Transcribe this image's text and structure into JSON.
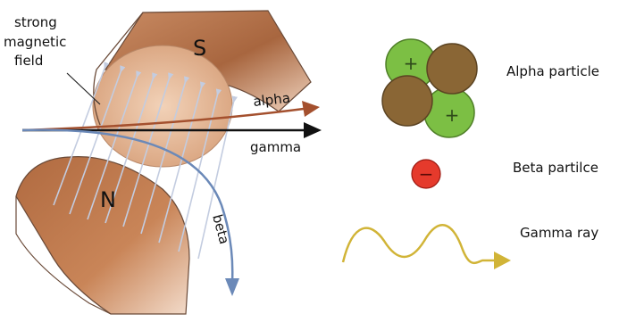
{
  "diagram": {
    "field_label": [
      "strong",
      "magnetic",
      "field"
    ],
    "pole_south": "S",
    "pole_north": "N",
    "ray_alpha": "alpha",
    "ray_gamma": "gamma",
    "ray_beta": "beta"
  },
  "legend": {
    "alpha_label": "Alpha particle",
    "beta_label": "Beta partilce",
    "gamma_label": "Gamma ray",
    "plus_sign": "+",
    "minus_sign": "−"
  },
  "colors": {
    "magnet": "#b5744a",
    "alpha_ray": "#a4502e",
    "gamma_ray": "#111111",
    "beta_ray": "#6b89b8",
    "proton": "#7cbf44",
    "neutron": "#8a6635",
    "electron": "#e53a2c",
    "wave": "#d1b437"
  }
}
